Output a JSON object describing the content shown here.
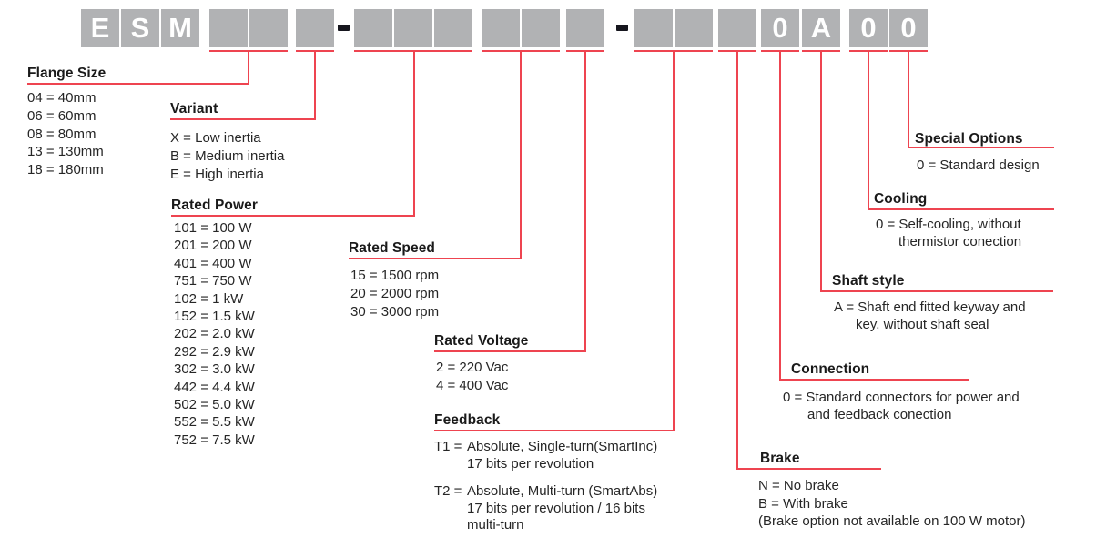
{
  "colors": {
    "accent_red": "#ee4450",
    "box_gray": "#b1b2b4",
    "separator_dark": "#16161e"
  },
  "model_code": {
    "prefix_boxes": [
      "E",
      "S",
      "M"
    ],
    "flange_boxes": [
      "",
      ""
    ],
    "variant_boxes": [
      ""
    ],
    "separator_1": "-",
    "power_boxes": [
      "",
      "",
      ""
    ],
    "speed_boxes": [
      "",
      ""
    ],
    "voltage_boxes": [
      ""
    ],
    "separator_2": "-",
    "feedback_boxes": [
      "",
      ""
    ],
    "brake_boxes": [
      ""
    ],
    "connection_boxes": [
      "0"
    ],
    "shaft_boxes": [
      "A"
    ],
    "cooling_boxes": [
      "0"
    ],
    "special_boxes": [
      "0"
    ]
  },
  "sections": {
    "flange": {
      "title": "Flange Size",
      "items": [
        "04 = 40mm",
        "06 = 60mm",
        "08 = 80mm",
        "13 = 130mm",
        "18 = 180mm"
      ]
    },
    "variant": {
      "title": "Variant",
      "items": [
        "X = Low inertia",
        "B = Medium inertia",
        "E = High inertia"
      ]
    },
    "power": {
      "title": "Rated Power",
      "items": [
        "101 = 100 W",
        "201 = 200 W",
        "401 = 400 W",
        "751 = 750 W",
        "102 = 1 kW",
        "152 = 1.5 kW",
        "202 = 2.0 kW",
        "292 = 2.9 kW",
        "302 = 3.0 kW",
        "442 = 4.4 kW",
        "502 = 5.0 kW",
        "552 = 5.5 kW",
        "752 = 7.5 kW"
      ]
    },
    "speed": {
      "title": "Rated Speed",
      "items": [
        "15 = 1500 rpm",
        "20 = 2000 rpm",
        "30 = 3000 rpm"
      ]
    },
    "voltage": {
      "title": "Rated Voltage",
      "items": [
        "2 = 220 Vac",
        "4 = 400 Vac"
      ]
    },
    "feedback": {
      "title": "Feedback",
      "items": [
        {
          "code": "T1 =",
          "text": "Absolute, Single-turn(SmartInc)"
        },
        {
          "text": "17 bits per revolution",
          "indent": true
        },
        {
          "code": "T2 =",
          "text": "Absolute, Multi-turn (SmartAbs)",
          "gap": true
        },
        {
          "text": "17 bits per revolution / 16 bits",
          "indent": true
        },
        {
          "text": "multi-turn",
          "indent": true
        }
      ]
    },
    "brake": {
      "title": "Brake",
      "items": [
        "N = No brake",
        "B = With brake",
        "(Brake option not available on 100 W motor)"
      ]
    },
    "connection": {
      "title": "Connection",
      "items": [
        "0 = Standard connectors for power and",
        {
          "text": "and feedback conection",
          "indent": true
        }
      ]
    },
    "shaft": {
      "title": "Shaft style",
      "items": [
        "A = Shaft end fitted keyway and",
        {
          "text": "key, without shaft seal",
          "indent": true
        }
      ]
    },
    "cooling": {
      "title": "Cooling",
      "items": [
        "0 = Self-cooling, without",
        {
          "text": "thermistor conection",
          "indent": true
        }
      ]
    },
    "special": {
      "title": "Special Options",
      "items": [
        "0 = Standard design"
      ]
    }
  }
}
